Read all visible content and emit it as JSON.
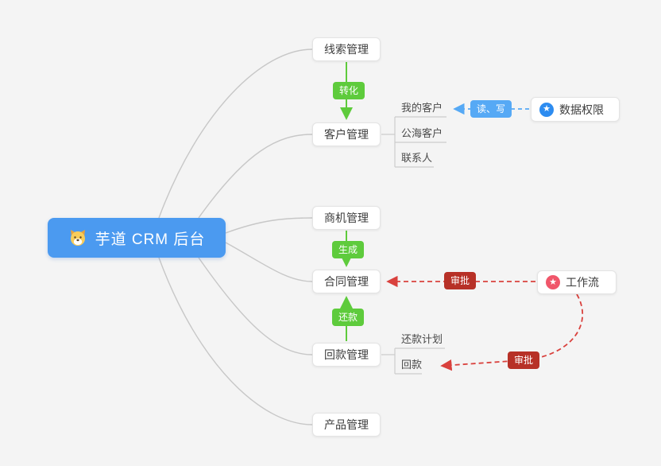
{
  "root": {
    "label": "芋道 CRM 后台",
    "icon": "dog-icon"
  },
  "nodes": {
    "leads": {
      "label": "线索管理"
    },
    "customers": {
      "label": "客户管理"
    },
    "opportunities": {
      "label": "商机管理"
    },
    "contracts": {
      "label": "合同管理"
    },
    "receivables": {
      "label": "回款管理"
    },
    "products": {
      "label": "产品管理"
    }
  },
  "customer_children": [
    "我的客户",
    "公海客户",
    "联系人"
  ],
  "receivable_children": [
    "还款计划",
    "回款"
  ],
  "edge_labels": {
    "convert": "转化",
    "generate": "生成",
    "repay": "还款",
    "read_write": "读、写",
    "approve_contract": "审批",
    "approve_receivable": "审批"
  },
  "side_nodes": {
    "data_permission": {
      "label": "数据权限",
      "icon": "star-icon"
    },
    "workflow": {
      "label": "工作流",
      "icon": "star-icon"
    }
  },
  "colors": {
    "background": "#f4f4f4",
    "root_bg": "#4b9af0",
    "green": "#5ecb3c",
    "blue": "#56a9f5",
    "dark_red_badge": "#b73127",
    "red_line": "#d9413d",
    "blue_line": "#56a9f5",
    "gray_line": "#c7c7c7",
    "data_permission_icon": "#2d8cf0",
    "workflow_icon": "#f0566a"
  }
}
